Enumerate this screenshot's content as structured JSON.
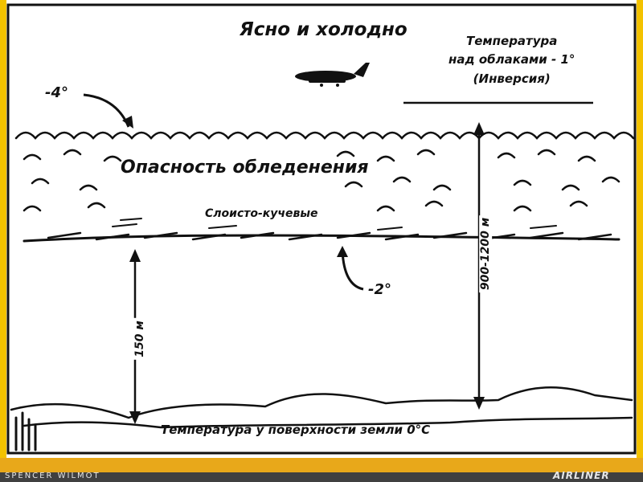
{
  "diagram": {
    "title": "Ясно и холодно",
    "temp_above_line1": "Температура",
    "temp_above_line2": "над облаками - 1°",
    "temp_above_line3": "(Инверсия)",
    "temp_cloud_top": "-4°",
    "icing_danger": "Опасность обледенения",
    "cloud_type": "Слоисто-кучевые",
    "temp_cloud_base": "-2°",
    "altitude_low": "150 м",
    "altitude_high": "900-1200 м",
    "surface_temp": "Температура у поверхности земли 0°С"
  },
  "footer": {
    "credit_left": "SPENCER WILMOT",
    "credit_right": "AIRLINER"
  },
  "colors": {
    "ink": "#111111",
    "accent_yellow": "#f3c200",
    "band_orange": "#e8a81a",
    "credit_band": "#404040"
  }
}
